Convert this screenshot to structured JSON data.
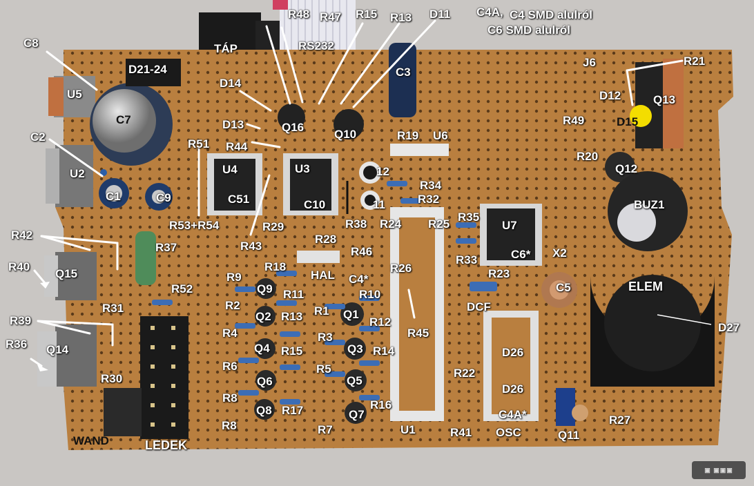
{
  "photo": {
    "subject": "annotated circuit board",
    "colors": {
      "background": "#c9c6c3",
      "board": "#b07a3c",
      "label": "#ffffff"
    }
  },
  "notes": {
    "line1a": "C4A,",
    "line1b": "C4 SMD alulról",
    "line2": "C6 SMD alulról"
  },
  "labels": {
    "TAP": "TÁP",
    "RS232": "RS232",
    "R48": "R48",
    "R47": "R47",
    "R15a": "R15",
    "R13a": "R13",
    "D11": "D11",
    "C8": "C8",
    "D21_24": "D21-24",
    "U5": "U5",
    "C7": "C7",
    "D14": "D14",
    "C3": "C3",
    "J6": "J6",
    "R21": "R21",
    "C2": "C2",
    "D13": "D13",
    "Q16": "Q16",
    "Q10": "Q10",
    "R44": "R44",
    "R19": "R19",
    "U6": "U6",
    "D12": "D12",
    "Q13": "Q13",
    "R49": "R49",
    "D15": "D15",
    "R51": "R51",
    "U2": "U2",
    "U4": "U4",
    "U3": "U3",
    "R20": "R20",
    "Q12": "Q12",
    "C12": "12",
    "C1": "C1",
    "C9": "C9",
    "C51": "C51",
    "C10": "C10",
    "C11": "11",
    "R34": "R34",
    "R32": "R32",
    "BUZ1": "BUZ1",
    "R53_54": "R53+R54",
    "R43": "R43",
    "R29": "R29",
    "R38": "R38",
    "R24": "R24",
    "R25": "R25",
    "R35": "R35",
    "U7": "U7",
    "R42": "R42",
    "R37": "R37",
    "R28": "R28",
    "R46": "R46",
    "C6s": "C6*",
    "X2": "X2",
    "R33": "R33",
    "R40": "R40",
    "Q15": "Q15",
    "R18": "R18",
    "R9": "R9",
    "HAL": "HAL",
    "C4s": "C4*",
    "R26": "R26",
    "R23": "R23",
    "ELEM": "ELEM",
    "C5": "C5",
    "R52": "R52",
    "Q9": "Q9",
    "R11": "R11",
    "R10": "R10",
    "DCF": "DCF",
    "R31": "R31",
    "R2": "R2",
    "Q2": "Q2",
    "R13b": "R13",
    "R1": "R1",
    "Q1": "Q1",
    "R12": "R12",
    "D27": "D27",
    "R39": "R39",
    "R4": "R4",
    "R45": "R45",
    "R36": "R36",
    "Q14": "Q14",
    "Q4": "Q4",
    "R15b": "R15",
    "R3": "R3",
    "Q3": "Q3",
    "R14": "R14",
    "D26a": "D26",
    "R6": "R6",
    "R30": "R30",
    "R5": "R5",
    "R22": "R22",
    "Q6": "Q6",
    "Q5": "Q5",
    "D26b": "D26",
    "R8a": "R8",
    "R16": "R16",
    "Q8": "Q8",
    "R17": "R17",
    "C4As": "C4A*",
    "R8b": "R8",
    "Q7": "Q7",
    "R27": "R27",
    "R7": "R7",
    "U1": "U1",
    "R41": "R41",
    "OSC": "OSC",
    "Q11": "Q11",
    "WAND": "WAND",
    "LEDEK": "LEDEK"
  }
}
